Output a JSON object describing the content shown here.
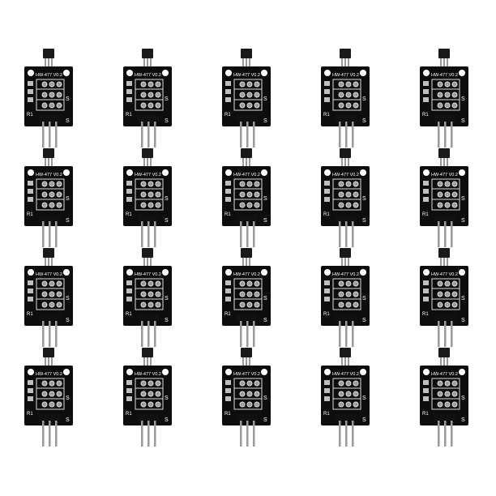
{
  "image": {
    "rows": 4,
    "columns": 5,
    "module": {
      "board_label": "HW-477 V0.2",
      "resistor_label": "R1",
      "signal_label": "S",
      "board_color": "#0d0d0d",
      "silkscreen_color": "#ffffff",
      "pin_color": "#9a9a9a",
      "sensor_color": "#1a1a1a"
    }
  }
}
